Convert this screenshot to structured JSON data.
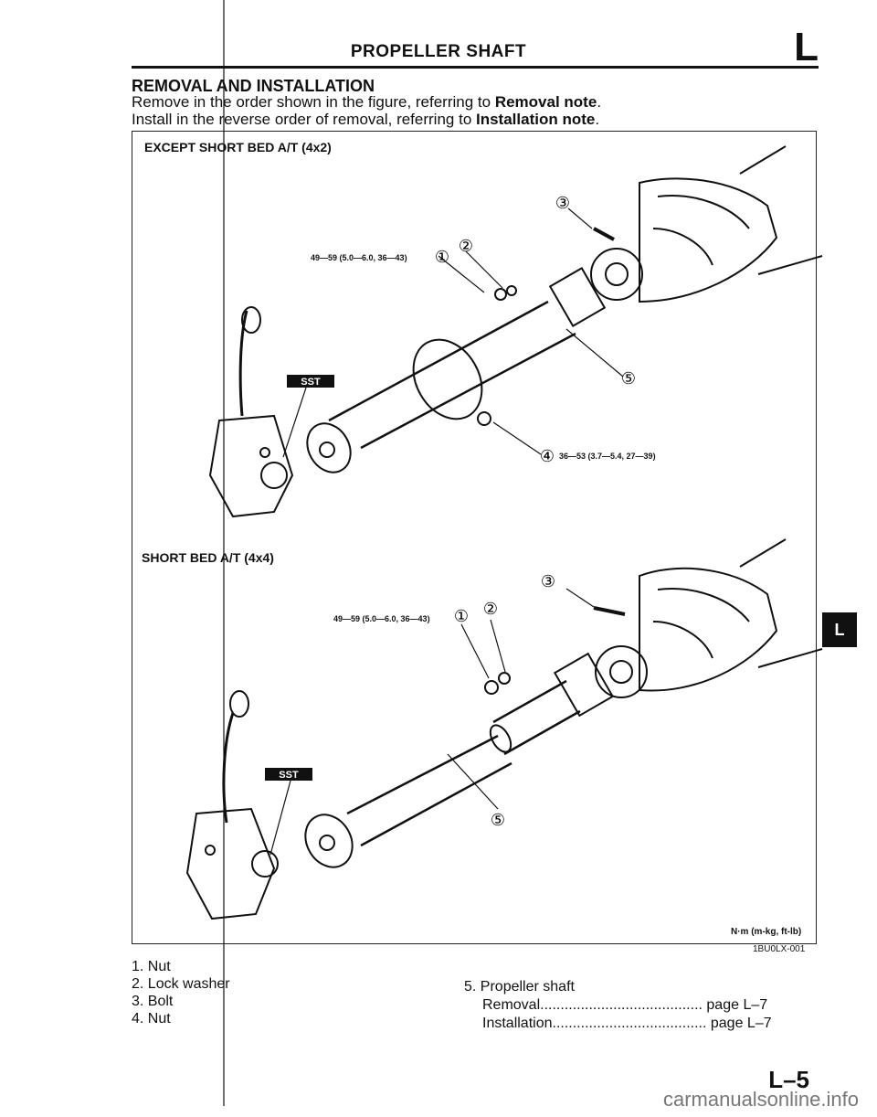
{
  "header": {
    "title": "PROPELLER SHAFT",
    "section_letter": "L"
  },
  "section": {
    "title": "REMOVAL AND INSTALLATION",
    "line1_prefix": "Remove in the order shown in the figure, referring to ",
    "line1_bold": "Removal note",
    "line1_suffix": ".",
    "line2_prefix": "Install in the reverse order of removal, referring to ",
    "line2_bold": "Installation note",
    "line2_suffix": "."
  },
  "figure": {
    "variant_top": "EXCEPT SHORT BED A/T (4x2)",
    "variant_bottom": "SHORT BED A/T (4x4)",
    "torque_top_1": "49—59 (5.0—6.0, 36—43)",
    "torque_top_4": "36—53 (3.7—5.4, 27—39)",
    "torque_bottom_1": "49—59 (5.0—6.0, 36—43)",
    "sst_label": "SST",
    "callouts": [
      "①",
      "②",
      "③",
      "④",
      "⑤"
    ],
    "units": "N·m (m-kg, ft-lb)",
    "code": "1BU0LX-001"
  },
  "parts_left": [
    "1. Nut",
    "2. Lock washer",
    "3. Bolt",
    "4. Nut"
  ],
  "parts_right": {
    "item": "5. Propeller shaft",
    "refs": [
      {
        "label": "Removal",
        "dots": "........................................",
        "page": "page L–7"
      },
      {
        "label": "Installation",
        "dots": "......................................",
        "page": "page L–7"
      }
    ]
  },
  "side_tab": "L",
  "page_number": "L–5",
  "watermark": "carmanualsonline.info"
}
